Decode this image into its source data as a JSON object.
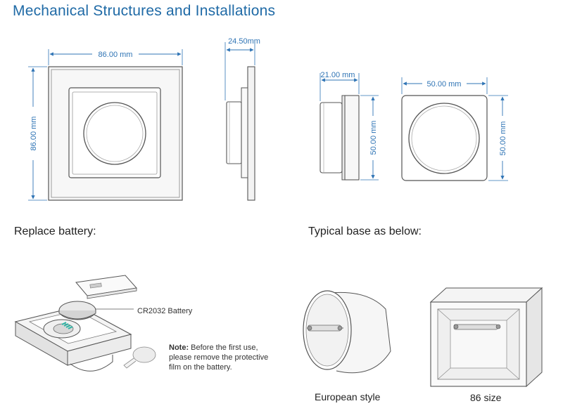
{
  "page": {
    "title": "Mechanical Structures and Installations",
    "replace_heading": "Replace battery:",
    "base_heading": "Typical base as below:"
  },
  "dimensions": {
    "front_width": "86.00 mm",
    "front_height": "86.00 mm",
    "side_depth": "24.50mm",
    "knob_depth": "21.00 mm",
    "knob_side_height": "50.00 mm",
    "knob_width": "50.00 mm",
    "knob_height": "50.00 mm"
  },
  "battery": {
    "label": "CR2032 Battery",
    "note_label": "Note:",
    "note_text": " Before the first use, please remove the protective film on the battery."
  },
  "bases": {
    "european_caption": "European style",
    "size86_caption": "86 size"
  },
  "colors": {
    "title": "#1f6aa6",
    "dimension": "#2f74b5",
    "line": "#444444"
  }
}
